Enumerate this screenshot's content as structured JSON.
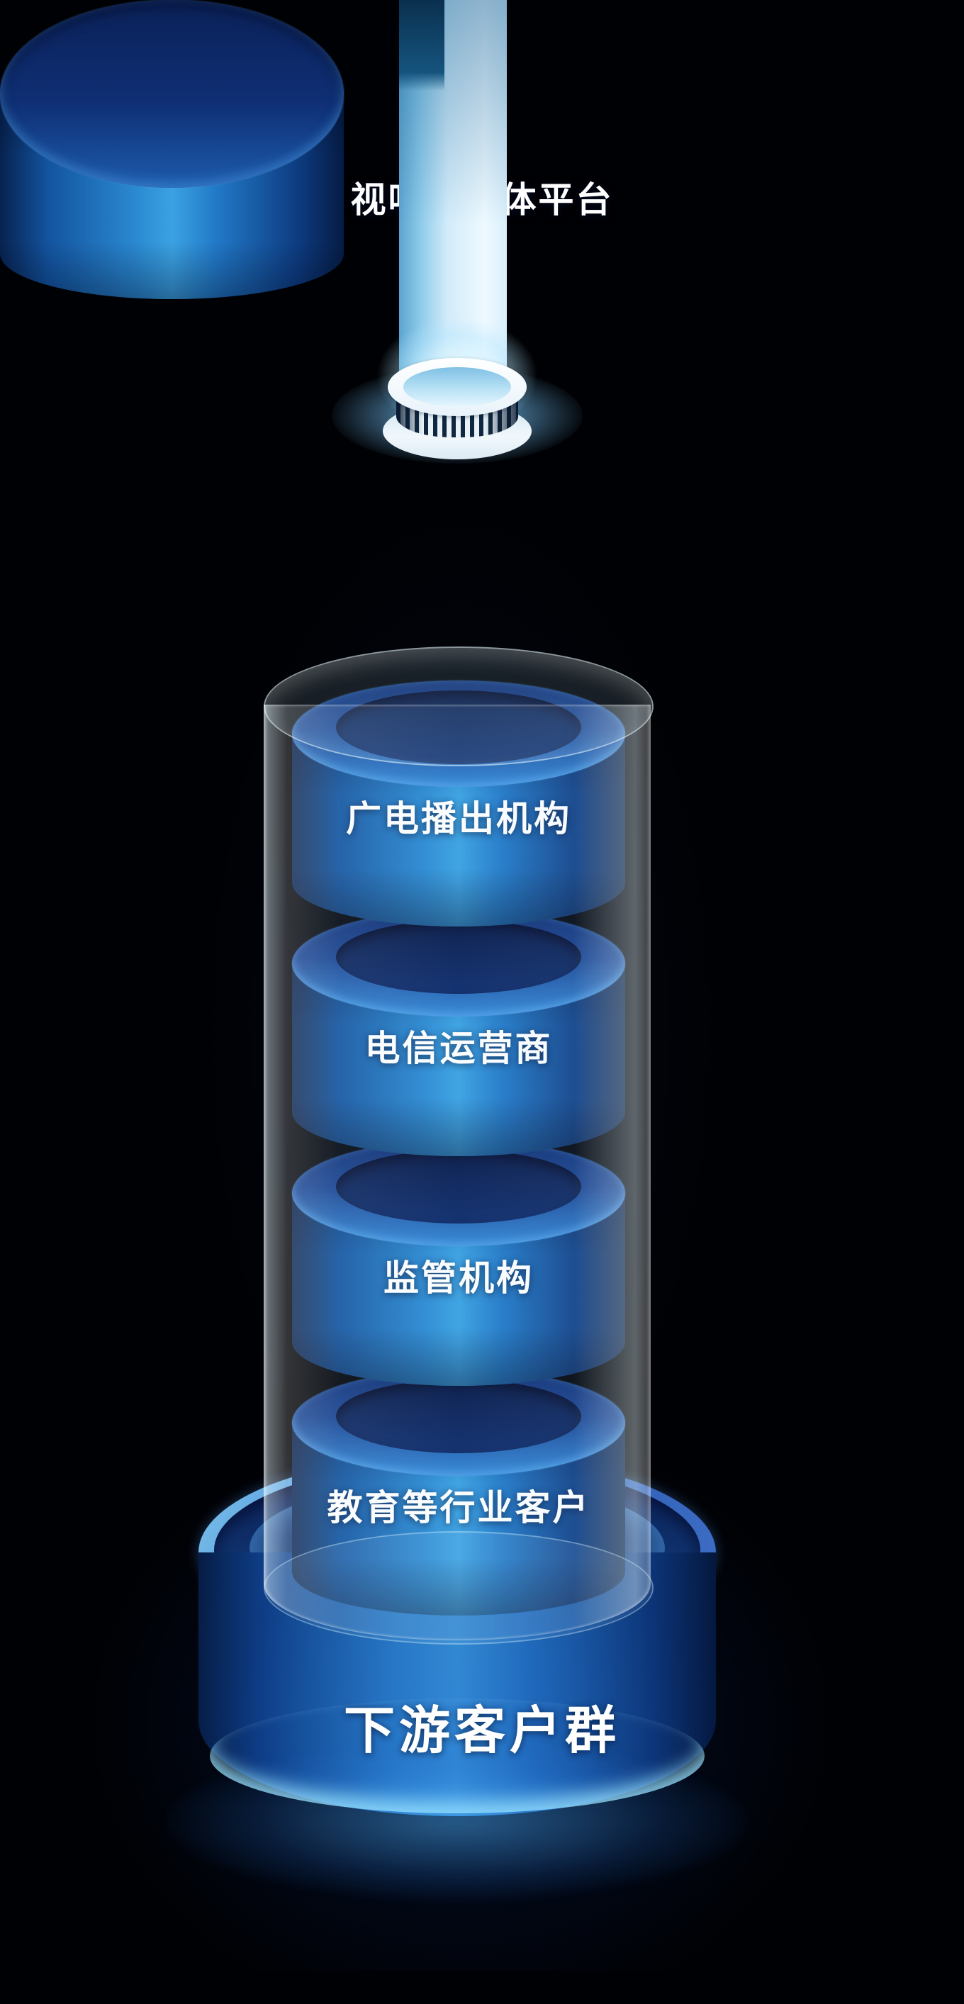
{
  "diagram": {
    "type": "stacked-cylinder-tower",
    "beam": {
      "name": "light-beam"
    },
    "top_cylinder": {
      "label": "视听新媒体平台"
    },
    "tube_cylinders": [
      {
        "label": "广电播出机构"
      },
      {
        "label": "电信运营商"
      },
      {
        "label": "监管机构"
      },
      {
        "label": "教育等行业客户"
      }
    ],
    "base": {
      "label": "下游客户群"
    }
  },
  "colors": {
    "background": "#000104",
    "cylinder_highlight": "#3ba2e2",
    "cylinder_shadow": "#07224f",
    "top_surface": "#0e2c6d",
    "beam": "#d6eefb",
    "glow": "#8fd4ff",
    "label_color": "#ffffff"
  }
}
